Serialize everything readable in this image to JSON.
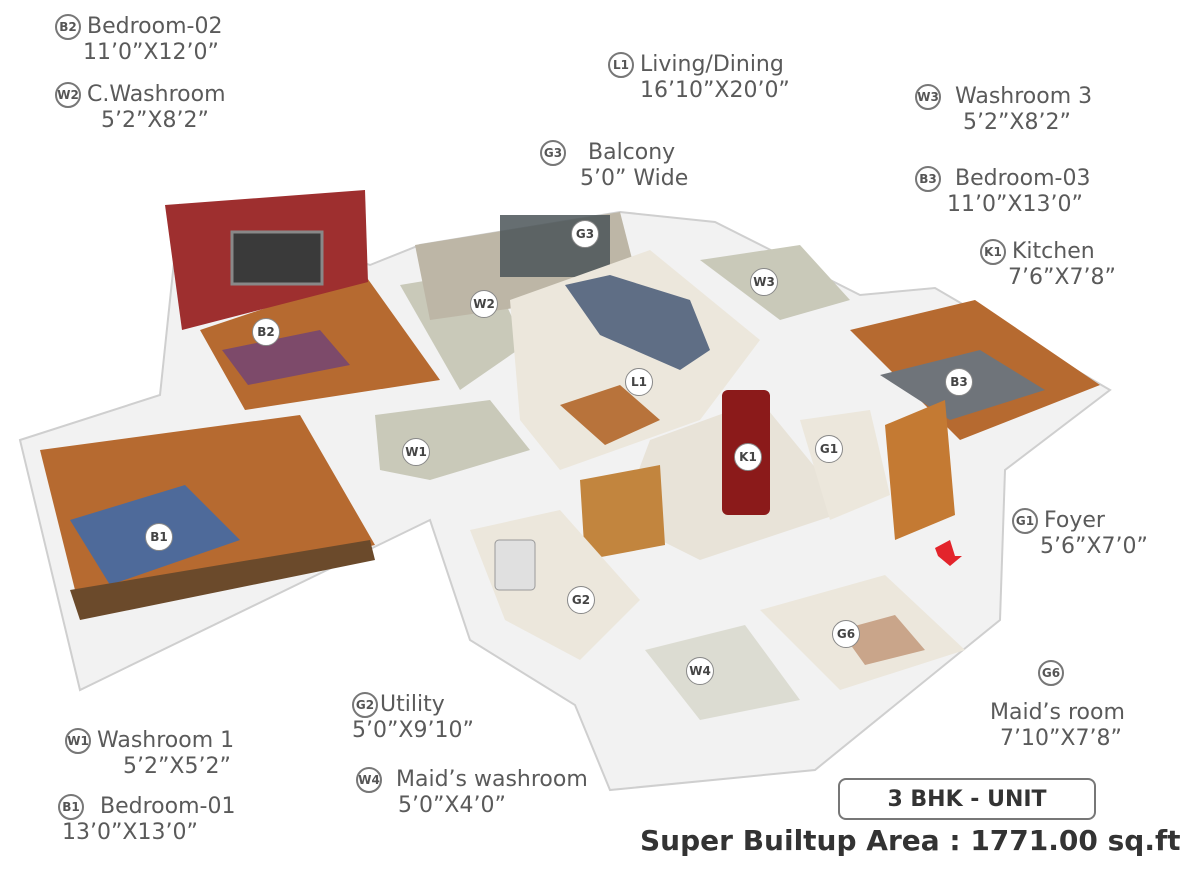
{
  "rooms": [
    {
      "id": "b2",
      "code": "B2",
      "name": "Bedroom-02",
      "dims": "11’0”X12’0”"
    },
    {
      "id": "w2",
      "code": "W2",
      "name": "C.Washroom",
      "dims": "5’2”X8’2”"
    },
    {
      "id": "l1",
      "code": "L1",
      "name": "Living/Dining",
      "dims": "16’10”X20’0”"
    },
    {
      "id": "g3",
      "code": "G3",
      "name": "Balcony",
      "dims": "5’0” Wide"
    },
    {
      "id": "w3",
      "code": "W3",
      "name": "Washroom 3",
      "dims": "5’2”X8’2”"
    },
    {
      "id": "b3",
      "code": "B3",
      "name": "Bedroom-03",
      "dims": "11’0”X13’0”"
    },
    {
      "id": "k1",
      "code": "K1",
      "name": "Kitchen",
      "dims": "7’6”X7’8”"
    },
    {
      "id": "g1",
      "code": "G1",
      "name": "Foyer",
      "dims": "5’6”X7’0”"
    },
    {
      "id": "g6",
      "code": "G6",
      "name": "Maid’s room",
      "dims": "7’10”X7’8”"
    },
    {
      "id": "w1",
      "code": "W1",
      "name": "Washroom 1",
      "dims": "5’2”X5’2”"
    },
    {
      "id": "b1",
      "code": "B1",
      "name": "Bedroom-01",
      "dims": "13’0”X13’0”"
    },
    {
      "id": "g2",
      "code": "G2",
      "name": "Utility",
      "dims": "5’0”X9’10”"
    },
    {
      "id": "w4",
      "code": "W4",
      "name": "Maid’s washroom",
      "dims": "5’0”X4’0”"
    }
  ],
  "unit_type": "3 BHK - UNIT",
  "area": "Super Builtup Area : 1771.00 sq.ft",
  "colors": {
    "wall": "#d9d9d9",
    "floor_wood": "#b86a2e",
    "floor_tile": "#ece7dc",
    "accent_wall": "#9e2f2f",
    "fridge": "#8b1a1a",
    "door": "#c47a33",
    "entry_arrow": "#e3242b"
  }
}
